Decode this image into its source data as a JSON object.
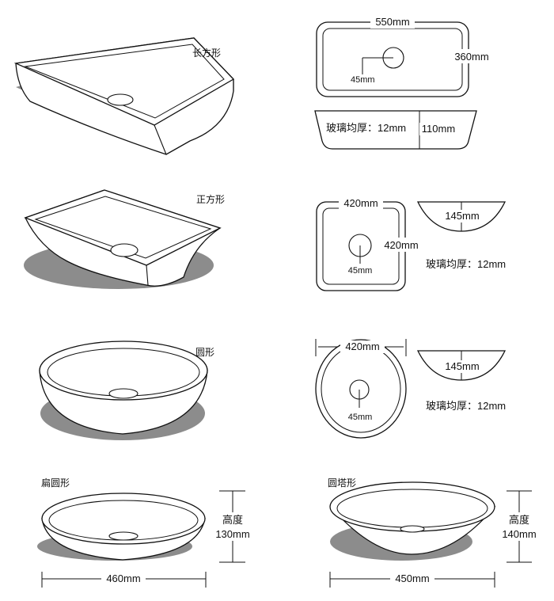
{
  "shapes": {
    "rectangle": {
      "name": "长方形",
      "width": "550mm",
      "depth": "360mm",
      "drain": "45mm",
      "thickness": "玻璃均厚：12mm",
      "height": "110mm"
    },
    "square": {
      "name": "正方形",
      "width": "420mm",
      "depth": "420mm",
      "drain": "45mm",
      "height": "145mm",
      "thickness": "玻璃均厚：12mm"
    },
    "round": {
      "name": "圆形",
      "diameter": "420mm",
      "drain": "45mm",
      "height": "145mm",
      "thickness": "玻璃均厚：12mm"
    },
    "flat_round": {
      "name": "扁圆形",
      "height_label": "高度",
      "height": "130mm",
      "width": "460mm"
    },
    "tower_round": {
      "name": "圆塔形",
      "height_label": "高度",
      "height": "140mm",
      "width": "450mm"
    }
  },
  "colors": {
    "line": "#111111",
    "shadow": "#8c8c8c",
    "fill": "#ffffff"
  }
}
